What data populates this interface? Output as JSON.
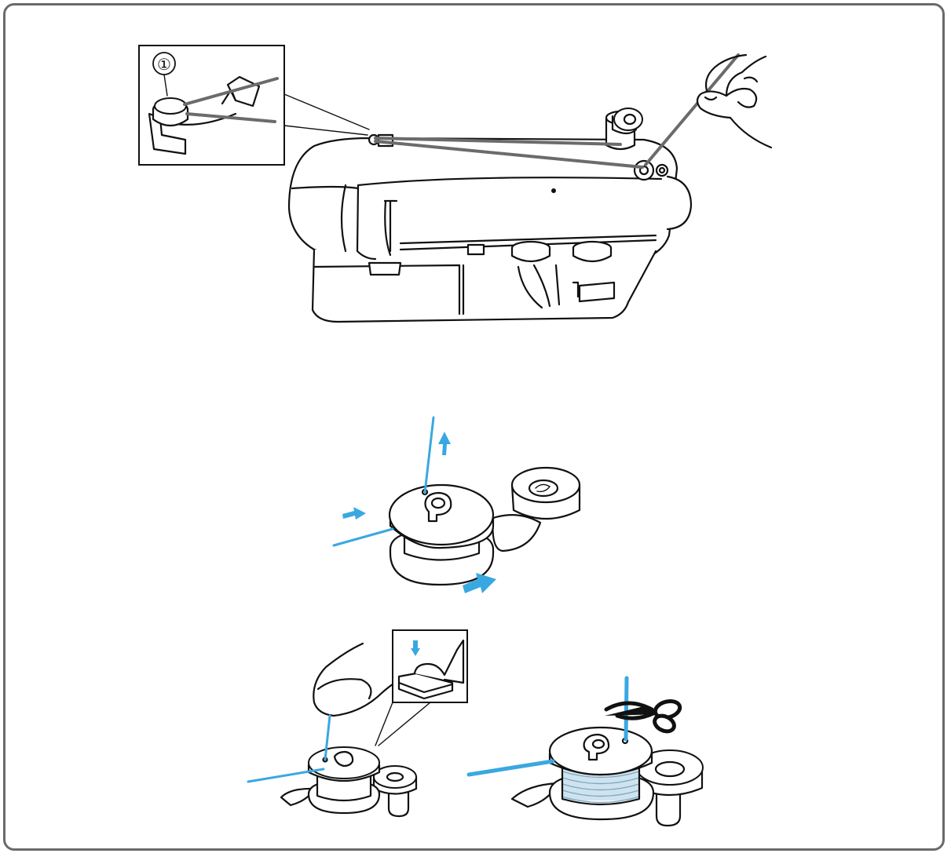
{
  "diagram": {
    "callout_number": "①",
    "colors": {
      "frame_border": "#6a6a6a",
      "line_art": "#111111",
      "thread_gray": "#6b6b6b",
      "thread_blue": "#3aa8e0",
      "arrow_blue": "#3aa8e0"
    },
    "panels": [
      {
        "id": "machine",
        "icons": [
          "sewing-machine-icon",
          "thread-guide-inset-icon",
          "hand-icon"
        ]
      },
      {
        "id": "bobbin-winding",
        "icons": [
          "bobbin-icon",
          "winder-stopper-icon",
          "direction-arrow-icon"
        ]
      },
      {
        "id": "foot-pedal",
        "icons": [
          "finger-icon",
          "foot-controller-inset-icon",
          "bobbin-icon"
        ]
      },
      {
        "id": "cut-thread",
        "icons": [
          "scissors-icon",
          "wound-bobbin-icon"
        ]
      }
    ]
  }
}
